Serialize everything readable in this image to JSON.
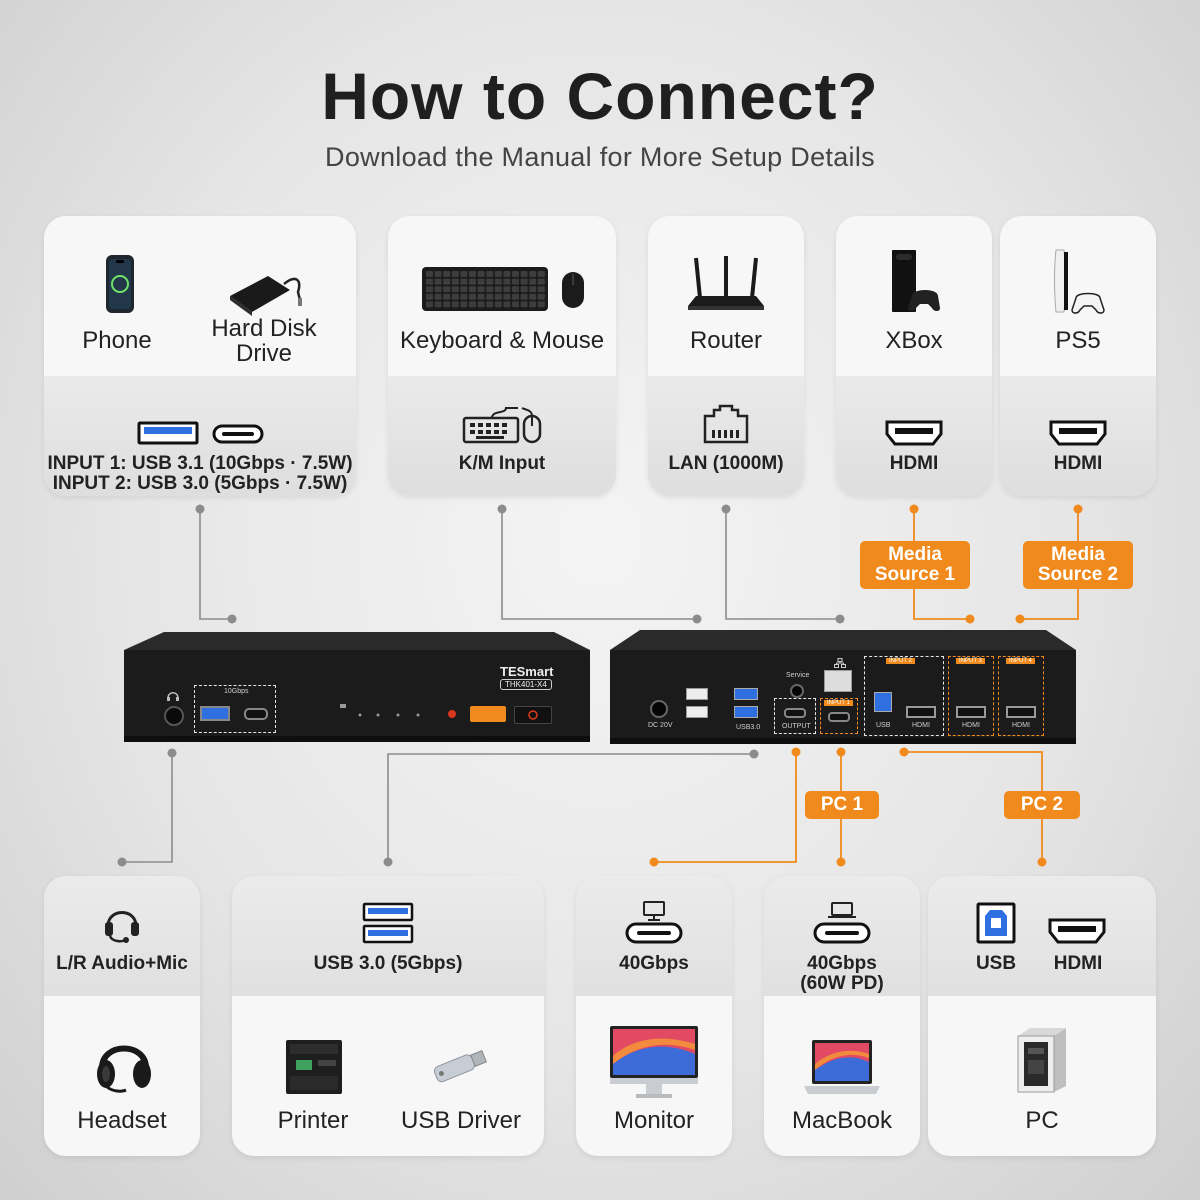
{
  "header": {
    "title": "How to Connect?",
    "subtitle": "Download the Manual for More Setup Details"
  },
  "top_cards": {
    "usb": {
      "device_1": "Phone",
      "device_2": "Hard Disk Drive",
      "port_line_1": "INPUT 1: USB 3.1 (10Gbps · 7.5W)",
      "port_line_2": "INPUT 2: USB 3.0 (5Gbps · 7.5W)"
    },
    "km": {
      "device": "Keyboard & Mouse",
      "port": "K/M Input"
    },
    "router": {
      "device": "Router",
      "port": "LAN (1000M)"
    },
    "xbox": {
      "device": "XBox",
      "port": "HDMI"
    },
    "ps5": {
      "device": "PS5",
      "port": "HDMI"
    }
  },
  "tags": {
    "media_1": "Media Source 1",
    "media_2": "Media Source 2",
    "pc_1": "PC 1",
    "pc_2": "PC 2"
  },
  "kvm_front": {
    "brand": "TESmart",
    "model": "THK401-X4",
    "usb_speed": "10Gbps"
  },
  "kvm_back": {
    "dc": "DC 20V",
    "service": "Service",
    "usb3": "USB3.0",
    "output": "OUTPUT",
    "input1": "INPUT 1",
    "input2": "INPUT 2",
    "input3": "INPUT 3",
    "input4": "INPUT 4",
    "usb": "USB",
    "hdmi": "HDMI"
  },
  "bottom_cards": {
    "audio": {
      "port": "L/R Audio+Mic",
      "device": "Headset"
    },
    "usb3": {
      "port": "USB 3.0 (5Gbps)",
      "device_1": "Printer",
      "device_2": "USB Driver"
    },
    "monitor": {
      "port": "40Gbps",
      "device": "Monitor"
    },
    "macbook": {
      "port_line_1": "40Gbps",
      "port_line_2": "(60W PD)",
      "device": "MacBook"
    },
    "pc": {
      "port_1": "USB",
      "port_2": "HDMI",
      "device": "PC"
    }
  },
  "colors": {
    "accent": "#f08a1c",
    "line": "#8a8a8a",
    "device_body": "#1b1b1b"
  }
}
